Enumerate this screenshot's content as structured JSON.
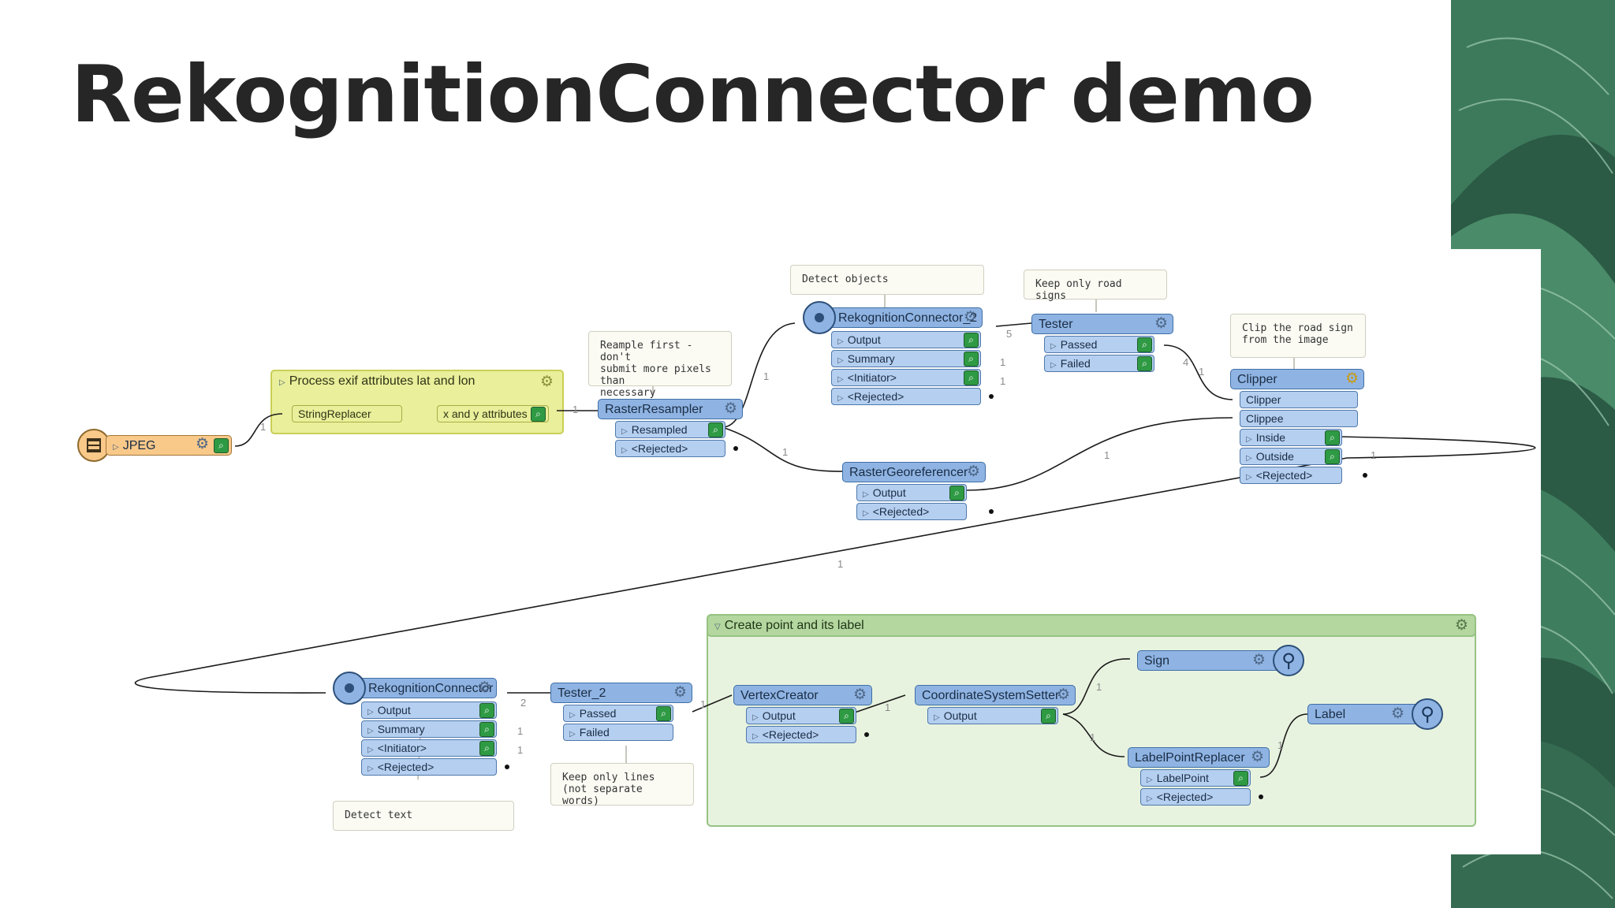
{
  "slide": {
    "title": "RekognitionConnector demo"
  },
  "colors": {
    "transformer_fill": "#8fb4e3",
    "port_fill": "#b5cff0",
    "reader_fill": "#f9c98a",
    "bookmark_yellow": "#e9ef9a",
    "bookmark_green": "#b3d79f",
    "connection": "#1a1a1a"
  },
  "bookmarks": {
    "exif": {
      "title": "Process exif attributes lat and lon",
      "icon": "gear-icon"
    },
    "create_point": {
      "title": "Create point and its label",
      "icon": "gear-icon"
    }
  },
  "reader": {
    "label": "JPEG",
    "icon": "table-reader-icon"
  },
  "nodes": {
    "string_replacer": {
      "label": "StringReplacer"
    },
    "xy_attributes": {
      "label": "x and y attributes"
    },
    "raster_resampler": {
      "label": "RasterResampler",
      "ports": [
        "Resampled",
        "<Rejected>"
      ]
    },
    "rekognition_2": {
      "label": "RekognitionConnector_2",
      "ports": [
        "Output",
        "Summary",
        "<Initiator>",
        "<Rejected>"
      ]
    },
    "tester": {
      "label": "Tester",
      "ports": [
        "Passed",
        "Failed"
      ]
    },
    "raster_georeferencer": {
      "label": "RasterGeoreferencer",
      "ports": [
        "Output",
        "<Rejected>"
      ]
    },
    "clipper": {
      "label": "Clipper",
      "inputs": [
        "Clipper",
        "Clippee"
      ],
      "ports": [
        "Inside",
        "Outside",
        "<Rejected>"
      ]
    },
    "rekognition": {
      "label": "RekognitionConnector",
      "ports": [
        "Output",
        "Summary",
        "<Initiator>",
        "<Rejected>"
      ]
    },
    "tester_2": {
      "label": "Tester_2",
      "ports": [
        "Passed",
        "Failed"
      ]
    },
    "vertex_creator": {
      "label": "VertexCreator",
      "ports": [
        "Output",
        "<Rejected>"
      ]
    },
    "coord_setter": {
      "label": "CoordinateSystemSetter",
      "ports": [
        "Output"
      ]
    },
    "sign": {
      "label": "Sign"
    },
    "label_point_replacer": {
      "label": "LabelPointReplacer",
      "ports": [
        "LabelPoint",
        "<Rejected>"
      ]
    },
    "label": {
      "label": "Label"
    }
  },
  "annotations": {
    "detect_objects": [
      "Detect objects"
    ],
    "keep_signs": [
      "Keep only road signs"
    ],
    "resample": [
      "Reample first - don't",
      "submit more pixels than",
      "necessary"
    ],
    "clip_sign": [
      "Clip the road sign",
      "from the image"
    ],
    "detect_text": [
      "Detect text"
    ],
    "keep_lines": [
      "Keep only lines",
      "(not separate words)"
    ]
  },
  "feature_counts": {
    "jpeg_out": "1",
    "xy_out": "1",
    "resampled_to_rek2": "1",
    "resampled_to_geo": "1",
    "rek2_output": "5",
    "rek2_summary": "1",
    "rek2_initiator": "1",
    "tester_failed": "4",
    "tester_to_clipper": "1",
    "geo_to_clipper": "1",
    "clipper_outside": "1",
    "clipper_to_rek": "1",
    "rek_output": "2",
    "rek_summary": "1",
    "rek_initiator": "1",
    "tester2_out": "1",
    "vertex_out": "1",
    "coord_to_sign": "1",
    "coord_to_lpr": "1",
    "lpr_to_label": "1"
  }
}
